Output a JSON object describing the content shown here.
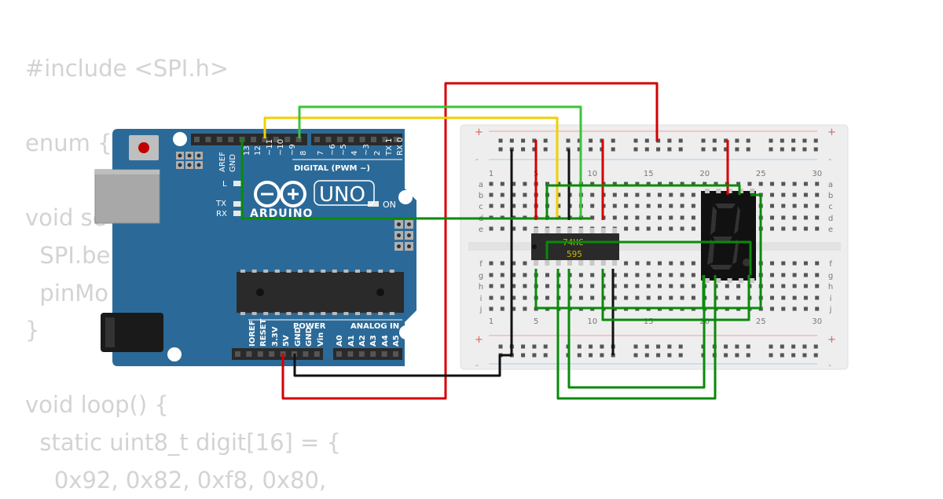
{
  "code": {
    "lines": [
      "#include <SPI.h>",
      "",
      "enum {",
      "",
      "void se",
      "  SPI.be",
      "  pinMo",
      "}",
      "",
      "void loop() {",
      "  static uint8_t digit[16] = {",
      "    0x92, 0x82, 0xf8, 0x80,"
    ]
  },
  "arduino": {
    "digital_header": "DIGITAL (PWM ~)",
    "pin_aref": "AREF",
    "pin_gnd": "GND",
    "digital_pins": [
      "13",
      "12",
      "~11",
      "~10",
      "~9",
      "8",
      "7",
      "~6",
      "~5",
      "4",
      "~3",
      "2",
      "TX 1",
      "RX 0"
    ],
    "led_l": "L",
    "led_tx": "TX",
    "led_rx": "RX",
    "led_on": "ON",
    "brand": "ARDUINO",
    "model": "UNO",
    "power_header": "POWER",
    "analog_header": "ANALOG IN",
    "power_pins": [
      "IOREF",
      "RESET",
      "3.3V",
      "5V",
      "GND",
      "GND",
      "Vin"
    ],
    "analog_pins": [
      "A0",
      "A1",
      "A2",
      "A3",
      "A4",
      "A5"
    ]
  },
  "breadboard": {
    "column_numbers": [
      "1",
      "5",
      "10",
      "15",
      "20",
      "25",
      "30"
    ],
    "rows_top": [
      "a",
      "b",
      "c",
      "d",
      "e"
    ],
    "rows_bottom": [
      "f",
      "g",
      "h",
      "i",
      "j"
    ],
    "plus": "+",
    "minus": "-"
  },
  "chip": {
    "line1": "74HC",
    "line2": "595"
  },
  "colors": {
    "red_wire": "#d40000",
    "green_wire": "#0a8a0a",
    "light_green_wire": "#3cc23c",
    "yellow_wire": "#f0d000",
    "black_wire": "#111111",
    "arduino_blue": "#2b6a98",
    "chip_label": "#c9b400"
  }
}
